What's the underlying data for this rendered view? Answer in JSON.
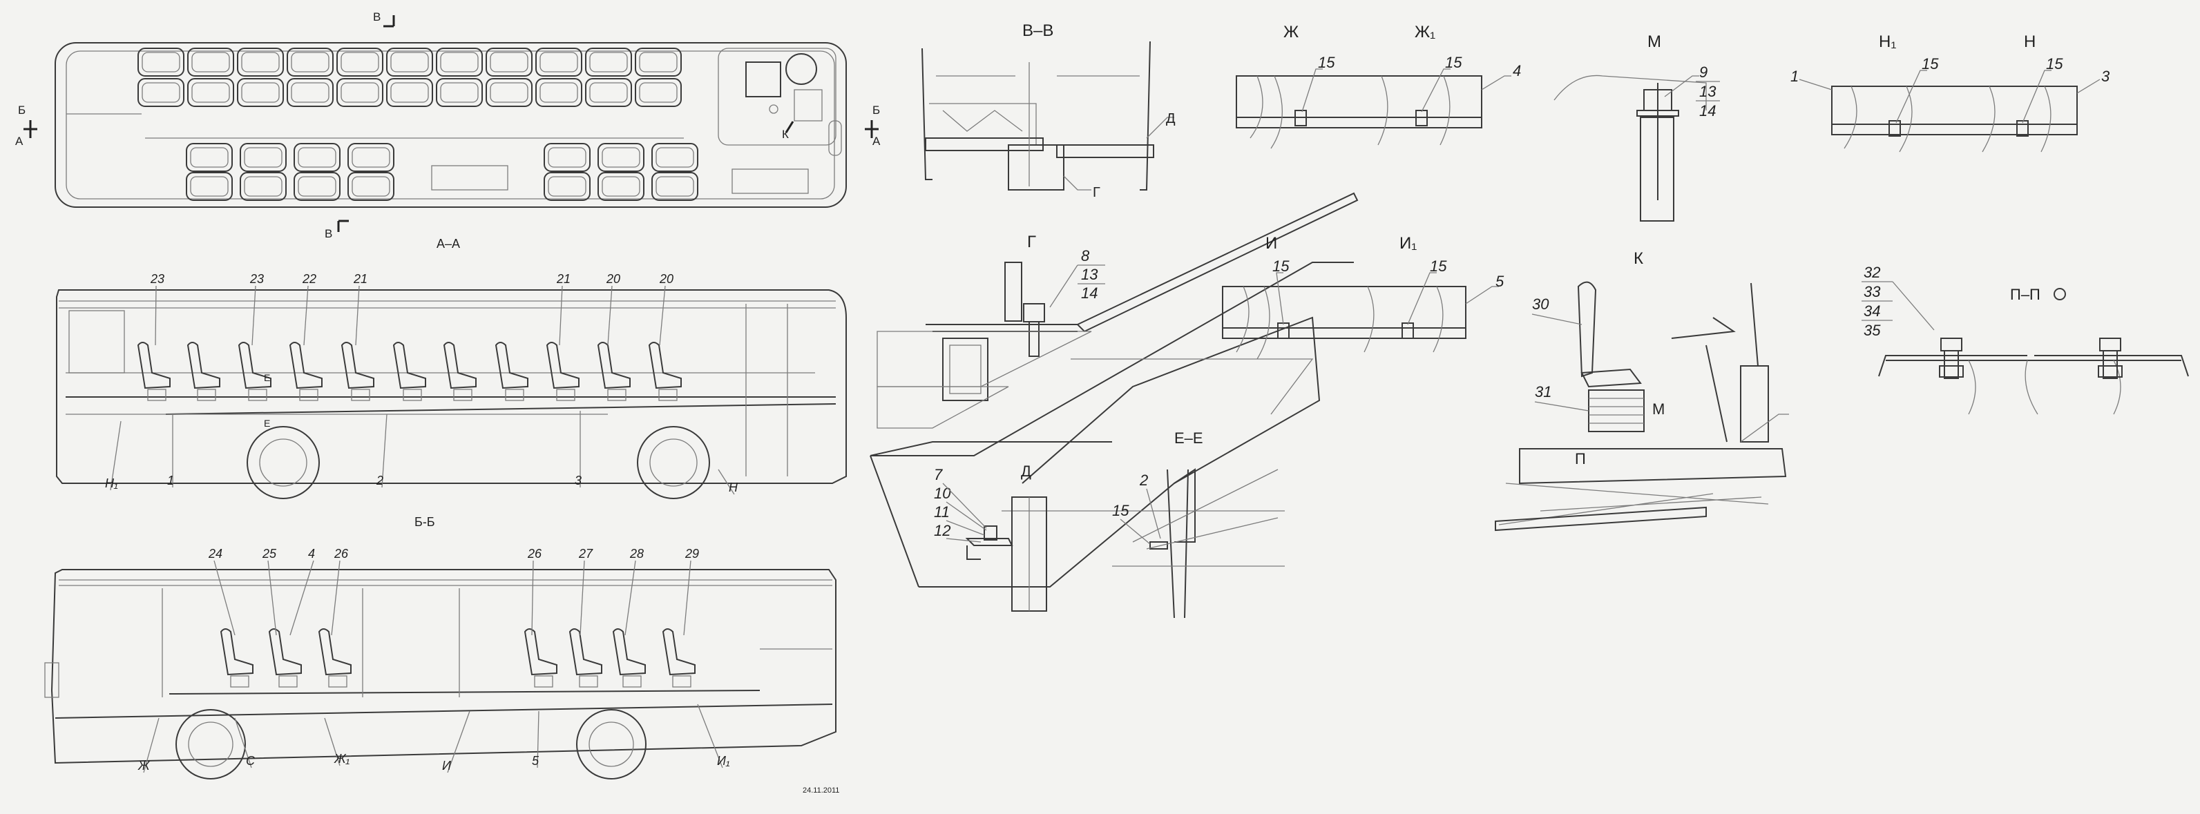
{
  "date": "24.11.2011",
  "views": {
    "plan": "А–А",
    "side_b": "Б-Б",
    "section_vv": "В–В",
    "det_zh": "Ж",
    "det_zh1": "Ж₁",
    "det_m": "М",
    "det_n1": "Н₁",
    "det_n": "Н",
    "det_g": "Г",
    "det_i": "И",
    "det_i1": "И₁",
    "det_k": "К",
    "det_pp": "П–П",
    "det_d": "Д",
    "det_ee": "Е–Е"
  },
  "plan_markers": {
    "v_top": "В",
    "v_bot": "В",
    "b_left": "Б",
    "a_left": "А",
    "b_right": "Б",
    "a_right": "А",
    "k": "К"
  },
  "side_a": {
    "top_callouts": [
      "23",
      "23",
      "22",
      "21",
      "21",
      "20",
      "20"
    ],
    "bottom_callouts": [
      "Н₁",
      "1",
      "2",
      "3",
      "Н"
    ],
    "e_marks": [
      "Е",
      "Е"
    ]
  },
  "side_b_callouts": {
    "top": [
      "24",
      "25",
      "4",
      "26",
      "26",
      "27",
      "28",
      "29"
    ],
    "bottom": [
      "Ж",
      "С",
      "Ж₁",
      "И",
      "5",
      "И₁"
    ]
  },
  "vv_letters": {
    "d": "Д",
    "g": "Г"
  },
  "zh_callouts": [
    "15",
    "15",
    "4"
  ],
  "m_callouts": [
    "9",
    "13",
    "14"
  ],
  "n_callouts": [
    "1",
    "15",
    "15",
    "3"
  ],
  "g_callouts": [
    "8",
    "13",
    "14"
  ],
  "i_callouts": [
    "15",
    "15",
    "5"
  ],
  "k_callouts": [
    "30",
    "31",
    "М",
    "П"
  ],
  "pp_callouts": [
    "32",
    "33",
    "34",
    "35"
  ],
  "d_callouts": [
    "7",
    "10",
    "11",
    "12"
  ],
  "ee_callouts": [
    "2",
    "15"
  ]
}
